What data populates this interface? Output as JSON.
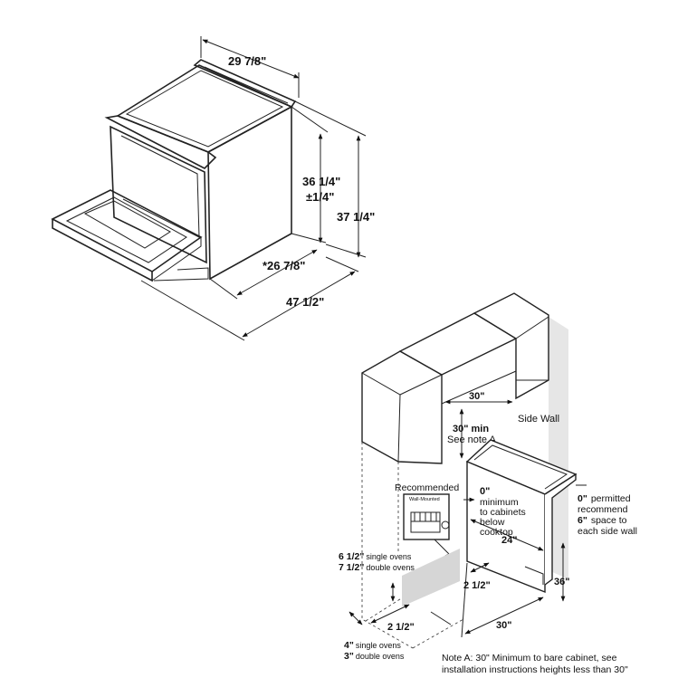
{
  "top_dims": {
    "width": "29 7/8\"",
    "height_main": "36 1/4\"",
    "height_tol": "±1/4\"",
    "height_total": "37 1/4\"",
    "depth": "*26 7/8\"",
    "depth_open": "47 1/2\""
  },
  "install": {
    "cabinet_width": "30\"",
    "clearance_min": "30\" min",
    "clearance_note": "See note A",
    "side_wall": "Side Wall",
    "recommended": "Recommended",
    "wall_mounted": "Wall-Mounted",
    "zero": "0\"",
    "minimum_lines": [
      "minimum",
      "to cabinets",
      "below",
      "cooktop"
    ],
    "depth_24": "24\"",
    "permitted_zero": "0\"",
    "permitted_text": "permitted",
    "recommend_text": "recommend",
    "six": "6\"",
    "space_to": "space to",
    "each_side_wall": "each side wall",
    "height_36": "36\"",
    "width_30": "30\"",
    "inset_2half_a": "2 1/2\"",
    "inset_2half_b": "2 1/2\"",
    "oven_a_num": "6 1/2\"",
    "oven_a_text": "single ovens",
    "oven_b_num": "7 1/2\"",
    "oven_b_text": "double ovens",
    "base_a_num": "4\"",
    "base_a_text": "single ovens",
    "base_b_num": "3\"",
    "base_b_text": "double ovens",
    "note_line1": "Note A: 30\" Minimum to bare cabinet, see",
    "note_line2": "installation instructions heights less than 30\""
  }
}
